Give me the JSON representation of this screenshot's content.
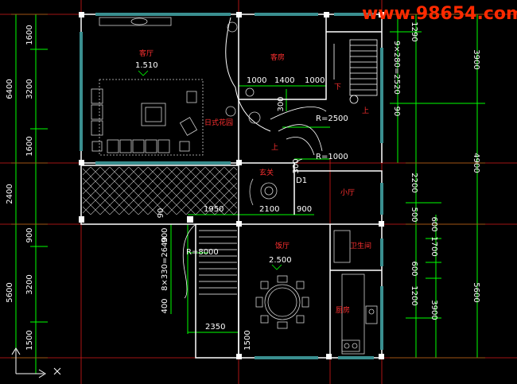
{
  "watermark": "www.98654.com",
  "colors": {
    "background": "#000000",
    "wall": "#ffffff",
    "window": "#3a8f90",
    "dimension_line": "#00ff00",
    "axis_line": "#ff2020",
    "room_label": "#ff3030",
    "annotation": "#ffffff",
    "furniture": "#d0d0d0"
  },
  "rooms": {
    "living_top": "客厅",
    "bedroom": "客房",
    "entrance": "玄关",
    "small_hall": "小厅",
    "dining": "饭厅",
    "toilet": "卫生间",
    "kitchen": "厨房",
    "chinese_garden": "日式花园"
  },
  "level_marks": {
    "living": "1.510",
    "dining": "2.500"
  },
  "dimensions": {
    "left": [
      "1600",
      "3200",
      "1600",
      "6400",
      "2400",
      "900",
      "3200",
      "1500",
      "5600",
      "900",
      "8×330=2640",
      "400"
    ],
    "right": [
      "1290",
      "9×280=2520",
      "3900",
      "4900",
      "2200",
      "500",
      "600",
      "1700",
      "600",
      "1200",
      "5600",
      "3900"
    ],
    "middle": [
      "1000",
      "1400",
      "1000",
      "300",
      "300",
      "1950",
      "2100",
      "900",
      "2350",
      "1500",
      "R=8000",
      "R=2500",
      "R=1000",
      "D1"
    ],
    "misc": [
      "90",
      "90",
      "上",
      "上",
      "下"
    ]
  }
}
